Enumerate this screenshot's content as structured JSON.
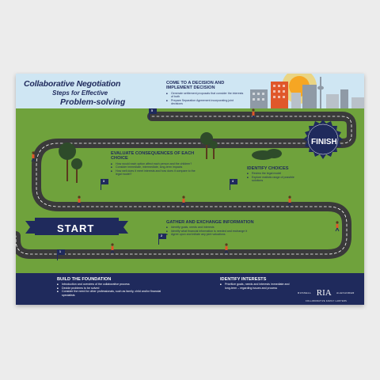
{
  "title": {
    "line1": "Collaborative Negotiation",
    "line2": "Steps for Effective",
    "line3": "Problem-solving"
  },
  "steps": {
    "decision": {
      "heading": "COME TO A DECISION AND IMPLEMENT DECISION",
      "bullets": [
        "Generate settlement proposals that consider the interests of both",
        "Prepare Separation Agreement incorporating joint decisions"
      ]
    },
    "evaluate": {
      "heading": "EVALUATE CONSEQUENCES OF EACH CHOICE",
      "bullets": [
        "How would each option affect each person and the children?",
        "Consider immediate, intermediate, long-term impacts",
        "How well does it meet interests and how does it compare to the legal model?"
      ]
    },
    "choices": {
      "heading": "IDENTIFY CHOICES",
      "bullets": [
        "Review the legal model",
        "Explore realistic range of possible solutions"
      ]
    },
    "gather": {
      "heading": "GATHER AND EXCHANGE INFORMATION",
      "bullets": [
        "Identify goals, needs and interests",
        "Identify what financial information is needed and exchange it",
        "Agree upon and initiate any joint valuations"
      ]
    },
    "foundation": {
      "heading": "BUILD THE FOUNDATION",
      "bullets": [
        "Introduction and overview of the collaborative process",
        "Decide problems to be solved",
        "Consider the need for other professionals, such as family, child and/or financial specialists"
      ]
    },
    "interests": {
      "heading": "IDENTIFY INTERESTS",
      "bullets": [
        "Prioritize goals, needs and interests immediate and long-term – regarding issues and process"
      ]
    }
  },
  "labels": {
    "start": "START",
    "finish": "FINISH"
  },
  "flags": [
    "1",
    "2",
    "3",
    "4",
    "5"
  ],
  "logo": {
    "left": "RUSSELL",
    "mark": "RIA",
    "right": "ALEXANDER",
    "tagline": "COLLABORATIVE FAMILY LAWYERS"
  },
  "colors": {
    "navy": "#1f2a5c",
    "grass": "#6fa23c",
    "sky": "#cfe6f3",
    "road": "#3a3a3a",
    "sun": "#f6a623"
  }
}
